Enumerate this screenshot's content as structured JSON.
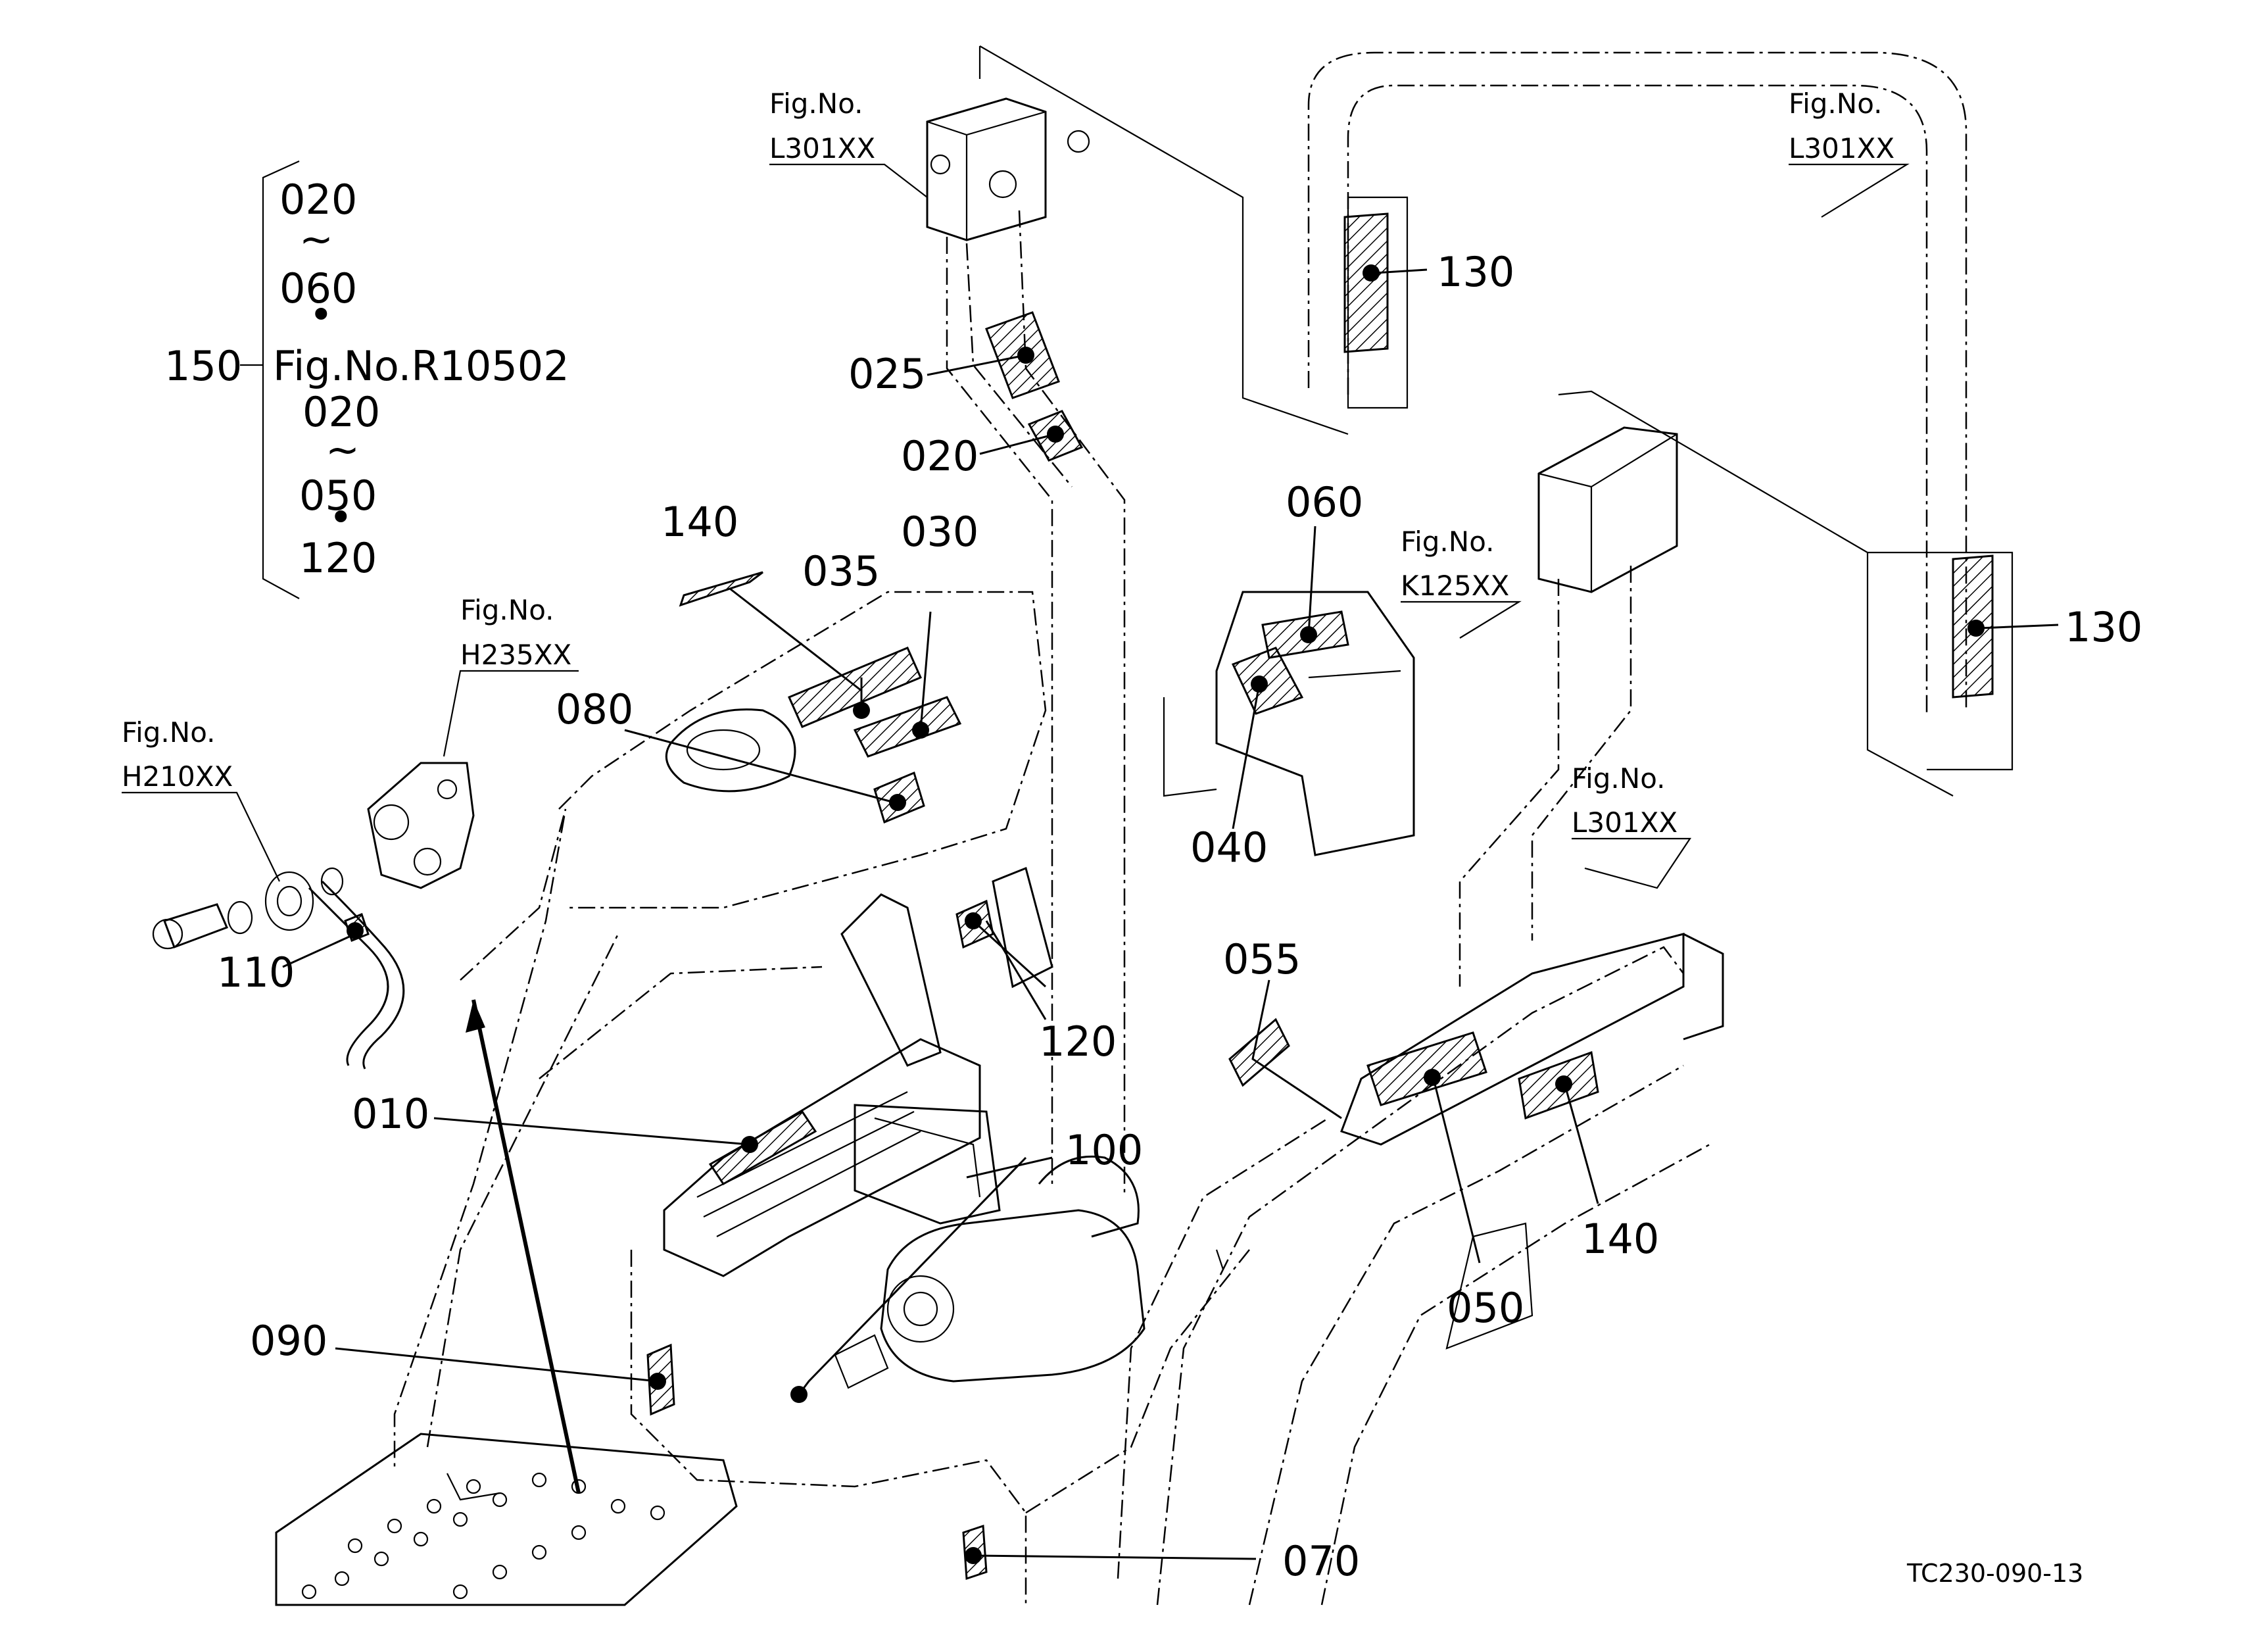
{
  "drawing_code": "TC230-090-13",
  "bom_group": {
    "callout": "150",
    "lines": [
      "020",
      "~",
      "060",
      "•",
      "Fig.No.R10502",
      "020",
      "~",
      "050",
      "•",
      "120"
    ]
  },
  "fig_refs": [
    {
      "fig": "Fig.No.",
      "num": "L301XX"
    },
    {
      "fig": "Fig.No.",
      "num": "L301XX"
    },
    {
      "fig": "Fig.No.",
      "num": "K125XX"
    },
    {
      "fig": "Fig.No.",
      "num": "L301XX"
    },
    {
      "fig": "Fig.No.",
      "num": "H235XX"
    },
    {
      "fig": "Fig.No.",
      "num": "H210XX"
    }
  ],
  "callouts": [
    "130",
    "130",
    "025",
    "020",
    "060",
    "140",
    "035",
    "030",
    "080",
    "040",
    "055",
    "110",
    "120",
    "010",
    "100",
    "140",
    "050",
    "090",
    "070"
  ],
  "colors": {
    "line": "#000000",
    "background": "#ffffff"
  }
}
